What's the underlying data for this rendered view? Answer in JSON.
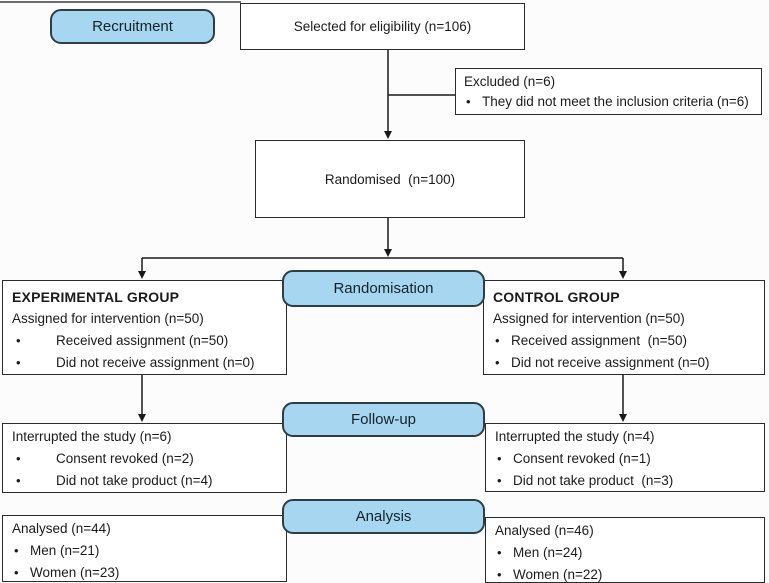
{
  "glyphs": {
    "bullet": "•"
  },
  "colors": {
    "pill_fill": "#a7d6f0",
    "pill_border": "#2e3d46",
    "box_border": "#2b2b2b",
    "line": "#1a1a1a",
    "background": "#fcfcfc"
  },
  "stages": {
    "recruitment_label": "Recruitment",
    "randomisation_label": "Randomisation",
    "followup_label": "Follow-up",
    "analysis_label": "Analysis"
  },
  "boxes": {
    "eligibility": {
      "text": "Selected for eligibility (n=106)"
    },
    "excluded": {
      "title": "Excluded (n=6)",
      "items": [
        "They did not meet the inclusion criteria (n=6)"
      ]
    },
    "randomised": {
      "text": "Randomised  (n=100)"
    },
    "experimental": {
      "title": "EXPERIMENTAL GROUP",
      "subtitle": "Assigned for intervention (n=50)",
      "items": [
        "Received assignment (n=50)",
        "Did not receive assignment (n=0)"
      ]
    },
    "control": {
      "title": "CONTROL GROUP",
      "subtitle": "Assigned for intervention (n=50)",
      "items": [
        "Received assignment  (n=50)",
        "Did not receive assignment (n=0)"
      ]
    },
    "followup_left": {
      "title": "Interrupted the study (n=6)",
      "items": [
        "Consent revoked (n=2)",
        "Did not take product (n=4)"
      ]
    },
    "followup_right": {
      "title": "Interrupted the study (n=4)",
      "items": [
        "Consent revoked (n=1)",
        "Did not take product  (n=3)"
      ]
    },
    "analysis_left": {
      "title": "Analysed (n=44)",
      "items": [
        "Men (n=21)",
        "Women (n=23)"
      ]
    },
    "analysis_right": {
      "title": "Analysed (n=46)",
      "items": [
        "Men (n=24)",
        "Women (n=22)"
      ]
    }
  }
}
